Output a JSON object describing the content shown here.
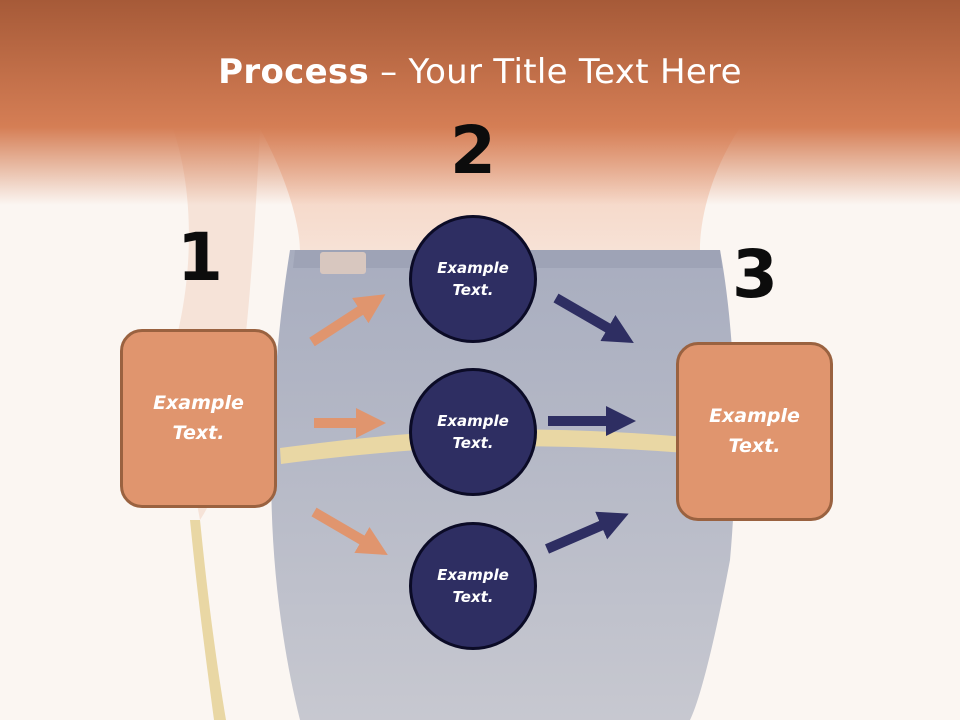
{
  "title": {
    "bold": "Process",
    "rest": " – Your Title Text Here"
  },
  "steps": [
    {
      "number": "1",
      "text": "Example Text."
    },
    {
      "number": "2",
      "items": [
        "Example Text.",
        "Example Text.",
        "Example Text."
      ]
    },
    {
      "number": "3",
      "text": "Example Text."
    }
  ],
  "colors": {
    "header": "#c9704a",
    "box_fill": "#e0956e",
    "box_border": "#9a6240",
    "circle_fill": "#2e2e62",
    "arrow_orange": "#e0956e",
    "arrow_navy": "#2e2e62"
  }
}
